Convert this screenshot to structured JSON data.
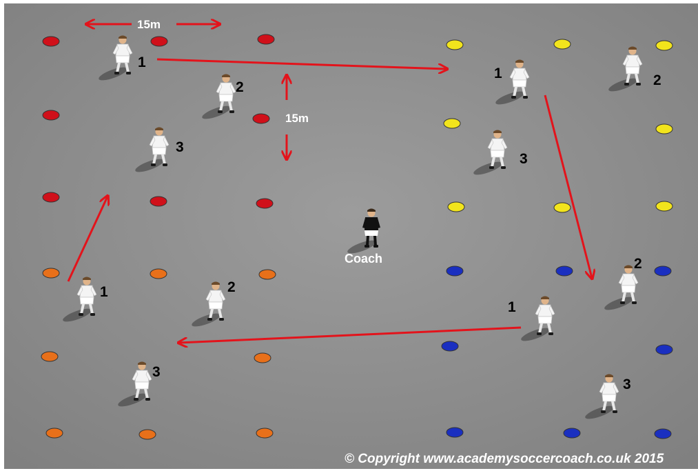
{
  "colors": {
    "red": "#d0101a",
    "yellow": "#f2e41c",
    "orange": "#e8701a",
    "blue": "#1a2fc0",
    "arrow": "#e3131b",
    "field": "#8f8f8f"
  },
  "labels": {
    "distance_horizontal": "15m",
    "distance_vertical": "15m",
    "coach": "Coach",
    "copyright": "© Copyright www.academysoccercoach.co.uk 2015"
  },
  "player_numbers": {
    "one": "1",
    "two": "2",
    "three": "3"
  },
  "grids": [
    {
      "name": "red",
      "color": "red"
    },
    {
      "name": "yellow",
      "color": "yellow"
    },
    {
      "name": "orange",
      "color": "orange"
    },
    {
      "name": "blue",
      "color": "blue"
    }
  ]
}
